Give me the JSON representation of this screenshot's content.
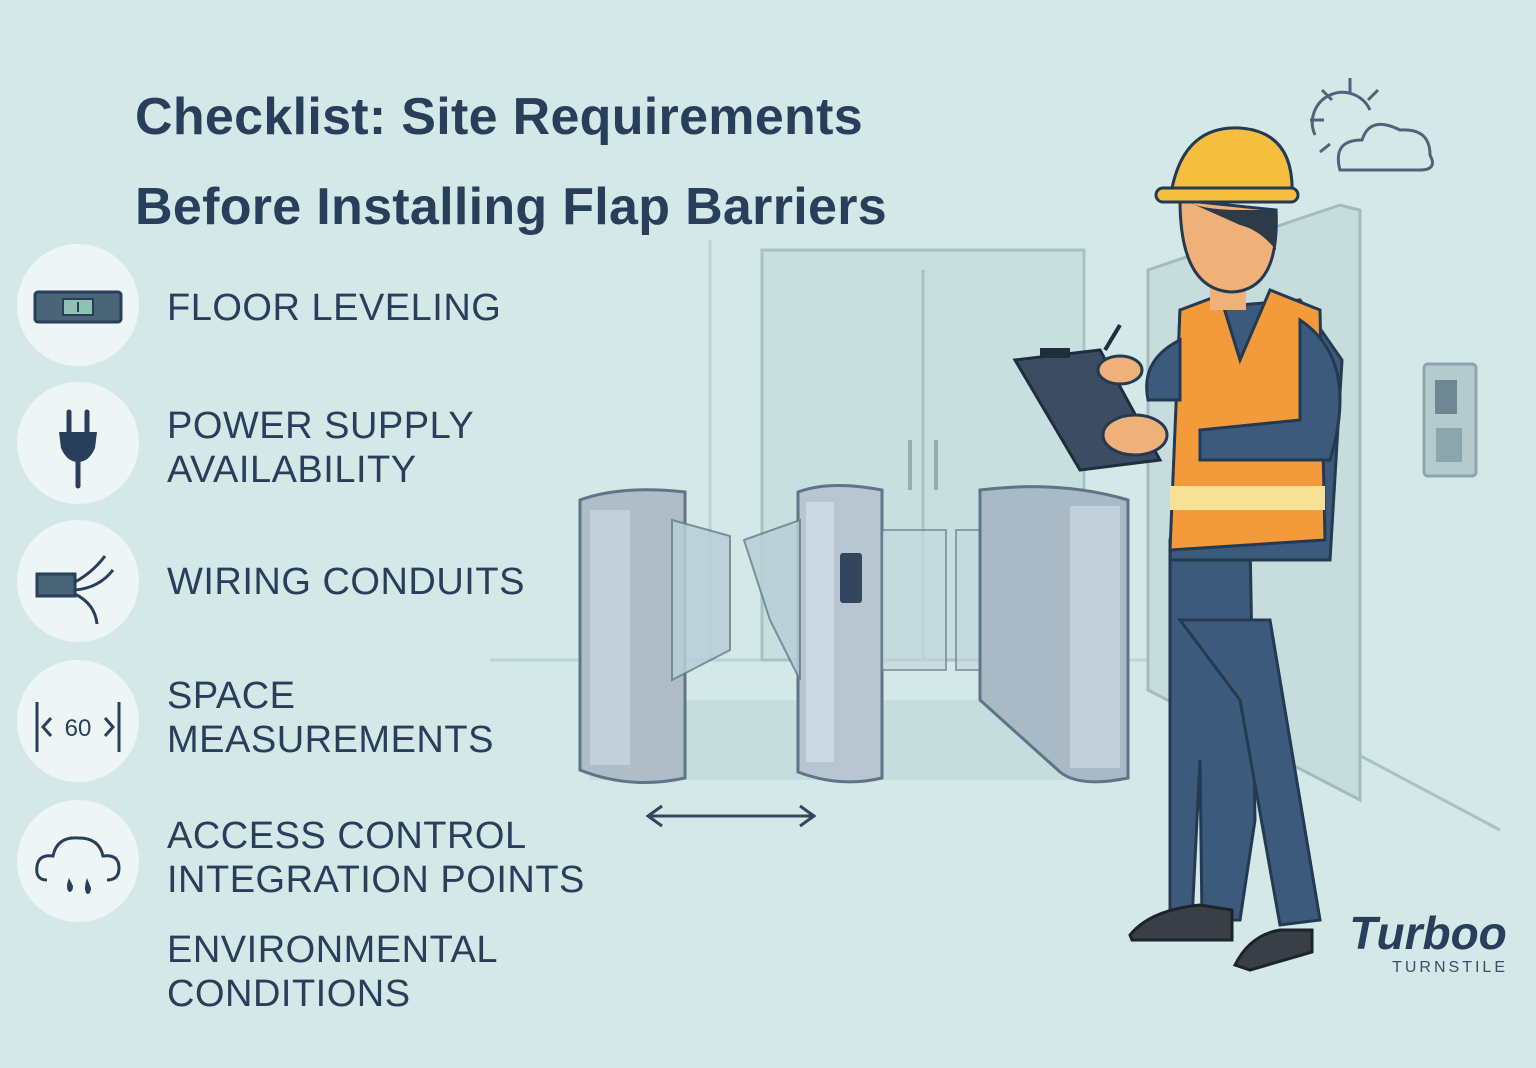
{
  "title": {
    "line1": "Checklist: Site Requirements",
    "line2": "Before Installing Flap Barriers"
  },
  "checklist": [
    {
      "icon": "spirit-level-icon",
      "lines": [
        "FLOOR LEVELING"
      ]
    },
    {
      "icon": "power-plug-icon",
      "lines": [
        "POWER SUPPLY",
        "AVAILABILITY"
      ]
    },
    {
      "icon": "wiring-conduit-icon",
      "lines": [
        "WIRING CONDUITS"
      ]
    },
    {
      "icon": "measurement-icon",
      "icon_text": "60",
      "lines": [
        "SPACE",
        "MEASUREMENTS"
      ]
    },
    {
      "icon": "cloud-rain-icon",
      "lines": [
        "ACCESS CONTROL",
        "INTEGRATION POINTS"
      ]
    },
    {
      "icon": null,
      "lines": [
        "ENVIRONMENTAL CONDITIONS"
      ]
    }
  ],
  "brand": {
    "name": "Turboo",
    "sub": "TURNSTILE"
  },
  "colors": {
    "background": "#d3e8e7",
    "text": "#283e5a",
    "vest": "#f39a3a",
    "helmet": "#f5be3e",
    "uniform": "#3c5a7c"
  }
}
